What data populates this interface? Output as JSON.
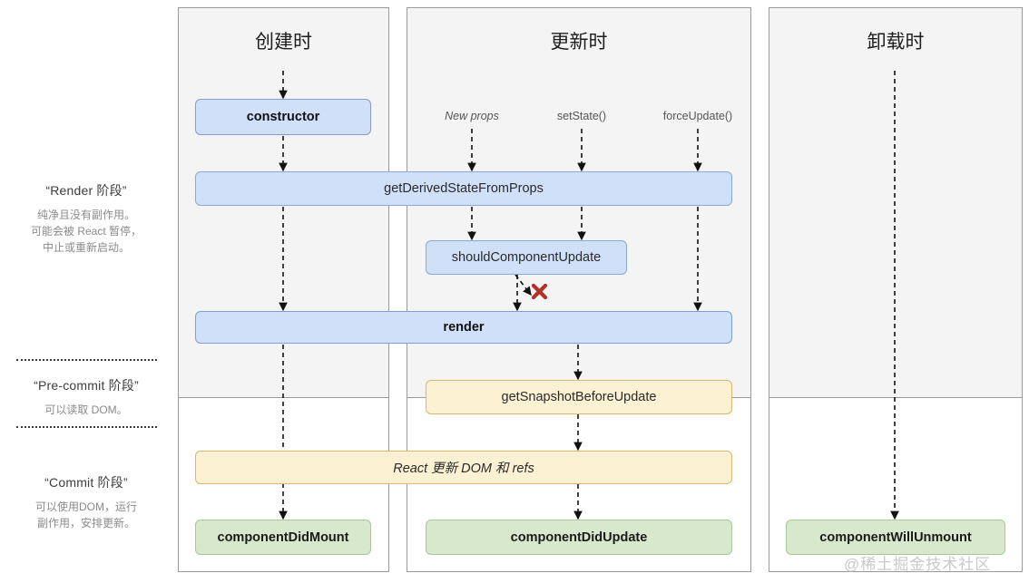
{
  "legend": {
    "phases": [
      {
        "title": "“Render 阶段”",
        "lines": [
          "纯净且没有副作用。",
          "可能会被 React 暂停，",
          "中止或重新启动。"
        ]
      },
      {
        "title": "“Pre-commit 阶段”",
        "lines": [
          "可以读取 DOM。"
        ]
      },
      {
        "title": "“Commit 阶段”",
        "lines": [
          "可以使用DOM，运行",
          "副作用，安排更新。"
        ]
      }
    ]
  },
  "panels": {
    "mount": {
      "title": "创建时"
    },
    "update": {
      "title": "更新时"
    },
    "unmount": {
      "title": "卸载时"
    }
  },
  "triggers": {
    "new_props": "New props",
    "set_state": "setState()",
    "force_update": "forceUpdate()"
  },
  "boxes": {
    "constructor": "constructor",
    "get_derived_state_from_props": "getDerivedStateFromProps",
    "should_component_update": "shouldComponentUpdate",
    "render": "render",
    "get_snapshot_before_update": "getSnapshotBeforeUpdate",
    "react_updates_dom": "React 更新 DOM 和 refs",
    "component_did_mount": "componentDidMount",
    "component_did_update": "componentDidUpdate",
    "component_will_unmount": "componentWillUnmount"
  },
  "watermark": {
    "text": "@稀土掘金技术社区"
  },
  "colors": {
    "blue_fill": "#cfe0f8",
    "blue_stroke": "#8aa9d6",
    "orange_fill": "#fcf2d3",
    "orange_stroke": "#d9b96b",
    "green_fill": "#d7e8cd",
    "green_stroke": "#a9c79a",
    "panel_shade": "#f4f4f4",
    "panel_stroke": "#9a9a9a",
    "x_mark": "#c0392b"
  }
}
